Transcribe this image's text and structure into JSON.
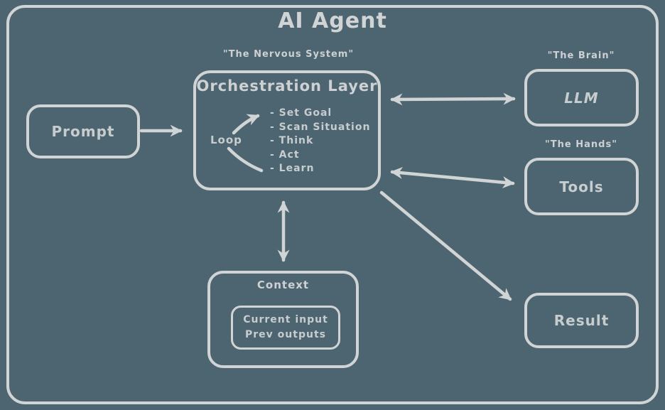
{
  "colors": {
    "background": "#4D6570",
    "stroke": "#D1D4D5",
    "text": "#C7CCCF"
  },
  "diagram_title": "AI Agent",
  "nodes": {
    "prompt": {
      "label": "Prompt"
    },
    "orchestration": {
      "annotation": "\"The Nervous System\"",
      "title": "Orchestration Layer",
      "loop_label": "Loop",
      "steps": [
        "- Set Goal",
        "- Scan Situation",
        "- Think",
        "- Act",
        "- Learn"
      ]
    },
    "llm": {
      "annotation": "\"The Brain\"",
      "label": "LLM"
    },
    "tools": {
      "annotation": "\"The Hands\"",
      "label": "Tools"
    },
    "result": {
      "label": "Result"
    },
    "context": {
      "title": "Context",
      "lines": [
        "Current input",
        "Prev outputs"
      ]
    }
  },
  "edges": [
    "prompt -> orchestration",
    "orchestration <-> llm",
    "orchestration <-> tools",
    "orchestration <-> context",
    "orchestration -> result",
    "loop -> steps"
  ]
}
